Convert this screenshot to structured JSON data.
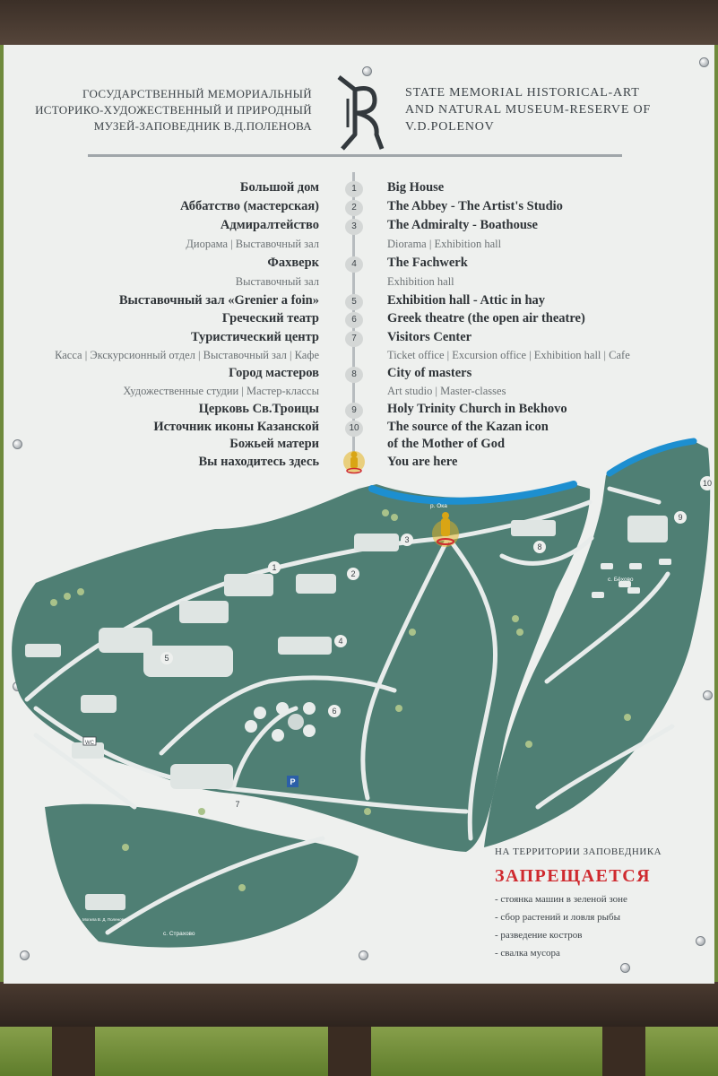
{
  "header": {
    "ru_lines": [
      "ГОСУДАРСТВЕННЫЙ МЕМОРИАЛЬНЫЙ",
      "ИСТОРИКО-ХУДОЖЕСТВЕННЫЙ И ПРИРОДНЫЙ",
      "МУЗЕЙ-ЗАПОВЕДНИК В.Д.ПОЛЕНОВА"
    ],
    "en_lines": [
      "STATE MEMORIAL HISTORICAL-ART",
      "AND NATURAL MUSEUM-RESERVE OF",
      "V.D.POLENOV"
    ]
  },
  "legend": {
    "rows": [
      {
        "ru": "Большой дом",
        "num": "1",
        "en": "Big House"
      },
      {
        "ru": "Аббатство (мастерская)",
        "num": "2",
        "en": "The Abbey - The Artist's Studio"
      },
      {
        "ru": "Адмиралтейство",
        "num": "3",
        "en": "The Admiralty - Boathouse"
      },
      {
        "ru": "Диорама  |  Выставочный зал",
        "num": "",
        "en": "Diorama  |  Exhibition hall",
        "sub": true
      },
      {
        "ru": "Фахверк",
        "num": "4",
        "en": "The Fachwerk"
      },
      {
        "ru": "Выставочный зал",
        "num": "",
        "en": "Exhibition hall",
        "sub": true
      },
      {
        "ru": "Выставочный зал «Grenier a foin»",
        "num": "5",
        "en": "Exhibition hall - Attic in hay"
      },
      {
        "ru": "Греческий театр",
        "num": "6",
        "en": "Greek theatre (the open air theatre)"
      },
      {
        "ru": "Туристический центр",
        "num": "7",
        "en": "Visitors Center"
      },
      {
        "ru": "Касса  |  Экскурсионный отдел  |  Выставочный зал  |  Кафе",
        "num": "",
        "en": "Ticket office  |  Excursion office  |  Exhibition hall  |  Cafe",
        "sub": true
      },
      {
        "ru": "Город мастеров",
        "num": "8",
        "en": "City of masters"
      },
      {
        "ru": "Художественные студии  |  Мастер-классы",
        "num": "",
        "en": "Art studio  |  Master-classes",
        "sub": true
      },
      {
        "ru": "Церковь Св.Троицы",
        "num": "9",
        "en": "Holy Trinity Church in Bekhovo"
      },
      {
        "ru": "Источник иконы Казанской",
        "num": "10",
        "en": "The source of the Kazan icon"
      },
      {
        "ru": "Божьей матери",
        "num": "",
        "en": "of the Mother of God"
      },
      {
        "ru": "Вы находитесь здесь",
        "num": "",
        "en": "You are here"
      }
    ]
  },
  "map": {
    "river": "р. Ока",
    "village_bekhovo": "с. Бёхово",
    "village_strakhovo": "с. Страхово",
    "grave": "Могила В. Д. Поленова",
    "wc": "WC",
    "parking": "P",
    "markers": [
      "1",
      "2",
      "3",
      "4",
      "5",
      "6",
      "7",
      "8",
      "9",
      "10"
    ]
  },
  "prohibitions": {
    "heading": "НА ТЕРРИТОРИИ ЗАПОВЕДНИКА",
    "title": "ЗАПРЕЩАЕТСЯ",
    "items": [
      "- стоянка машин в зеленой зоне",
      "- сбор растений и ловля рыбы",
      "- разведение костров",
      "- свалка мусора"
    ]
  },
  "colors": {
    "map_green": "#4f7f74",
    "river_blue": "#1d8fd0",
    "prohibition_red": "#cf2a2f",
    "board": "#eef0ee",
    "frame": "#3b2f27"
  }
}
